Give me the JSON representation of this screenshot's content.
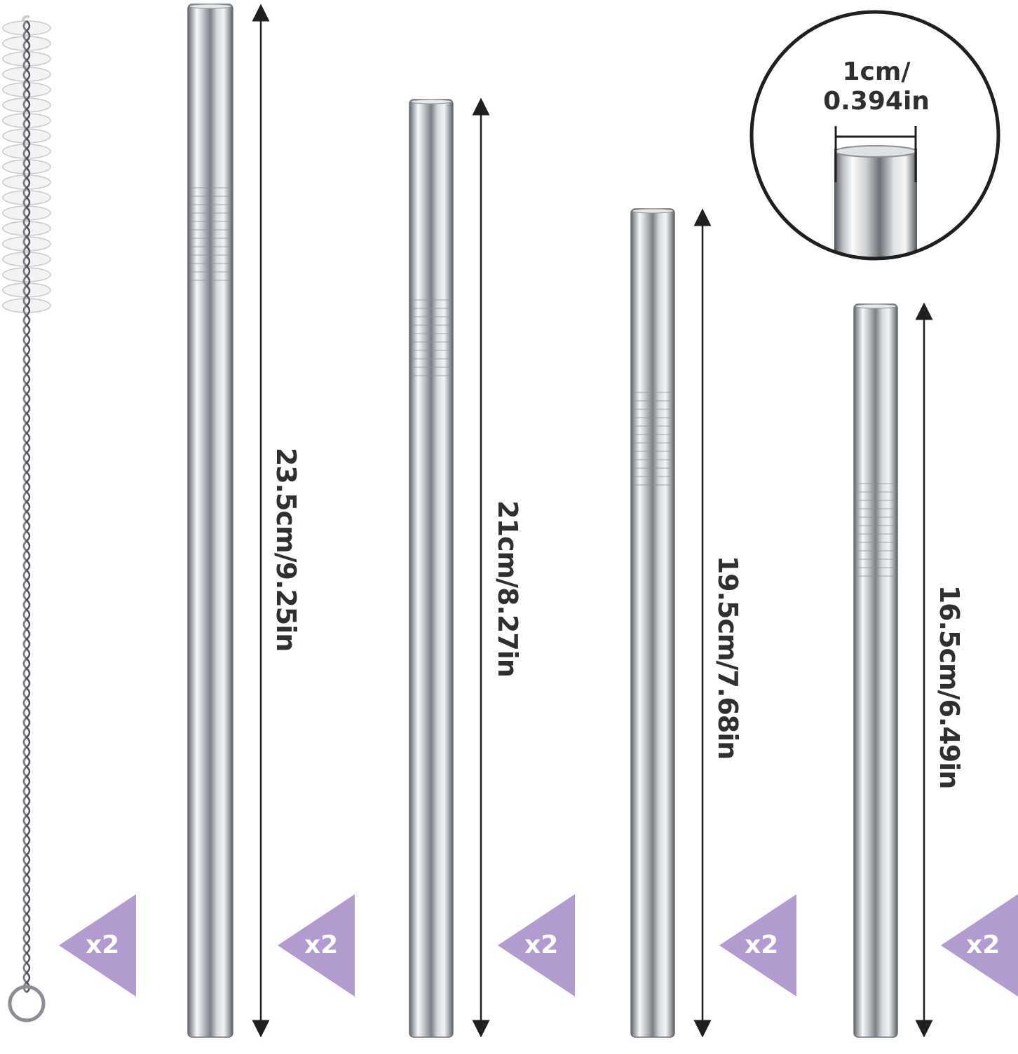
{
  "straws": [
    {
      "name": "straw-1",
      "length_label": "23.5cm/9.25in",
      "quantity_label": "x2"
    },
    {
      "name": "straw-2",
      "length_label": "21cm/8.27in",
      "quantity_label": "x2"
    },
    {
      "name": "straw-3",
      "length_label": "19.5cm/7.68in",
      "quantity_label": "x2"
    },
    {
      "name": "straw-4",
      "length_label": "16.5cm/6.49in",
      "quantity_label": "x2"
    }
  ],
  "brush": {
    "quantity_label": "x2"
  },
  "diameter": {
    "line1": "1cm/",
    "line2": "0.394in"
  },
  "colors": {
    "badge": "#b29bce",
    "text": "#2f2f2f",
    "steel_dark": "#6f747a",
    "steel_light": "#f4f5f6"
  }
}
